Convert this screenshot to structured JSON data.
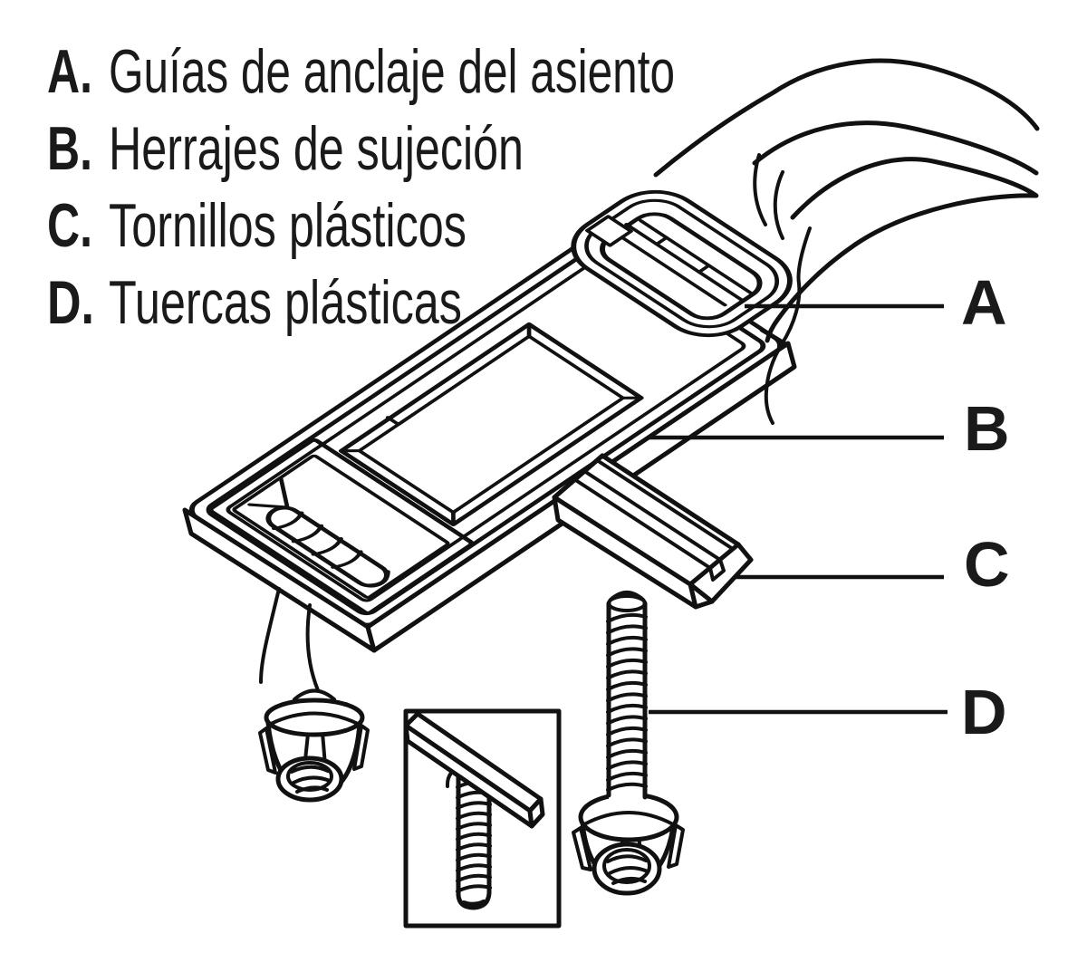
{
  "figure": {
    "background_color": "#ffffff",
    "ink_color": "#111111",
    "legend": {
      "items": [
        {
          "letter": "A.",
          "label": "Guías de anclaje del asiento"
        },
        {
          "letter": "B.",
          "label": "Herrajes de sujeción"
        },
        {
          "letter": "C.",
          "label": "Tornillos plásticos"
        },
        {
          "letter": "D.",
          "label": "Tuercas plásticas"
        }
      ]
    },
    "callouts": {
      "a": "A",
      "b": "B",
      "c": "C",
      "d": "D"
    }
  }
}
